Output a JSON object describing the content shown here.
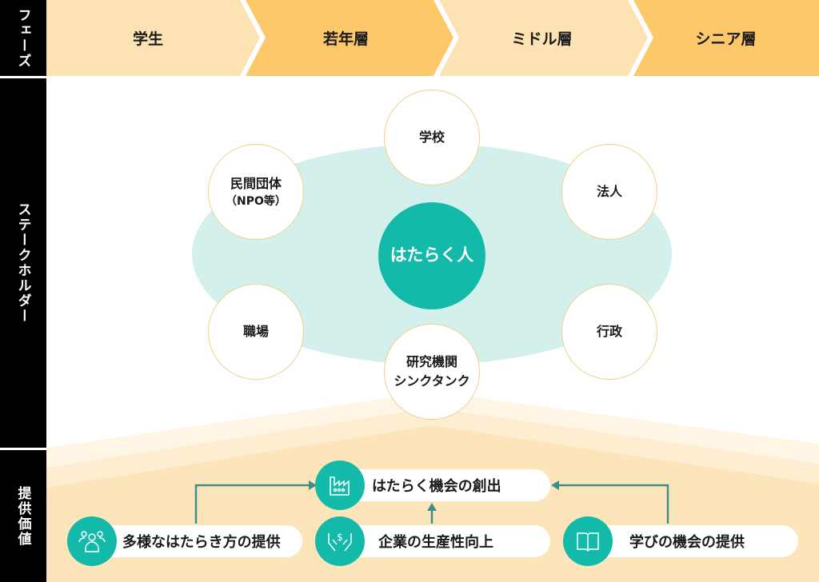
{
  "sidebar": {
    "phase": "フェーズ",
    "stakeholders": "ステークホルダー",
    "value": "提供価値"
  },
  "phases": [
    "学生",
    "若年層",
    "ミドル層",
    "シニア層"
  ],
  "stakeholders": {
    "center": "はたらく人",
    "school": "学校",
    "ngo_line1": "民間団体",
    "ngo_line2": "（NPO等）",
    "corporation": "法人",
    "workplace": "職場",
    "government": "行政",
    "research_line1": "研究機関",
    "research_line2": "シンクタンク"
  },
  "values": {
    "top": "はたらく機会の創出",
    "left": "多様なはたらき方の提供",
    "middle": "企業の生産性向上",
    "right": "学びの機会の提供"
  },
  "colors": {
    "teal": "#13b9a9",
    "ellipse": "#d3f0ec",
    "phase_light": "#fde2b3",
    "phase_dark": "#fdc86a",
    "value_bg": "#fde5bb"
  }
}
